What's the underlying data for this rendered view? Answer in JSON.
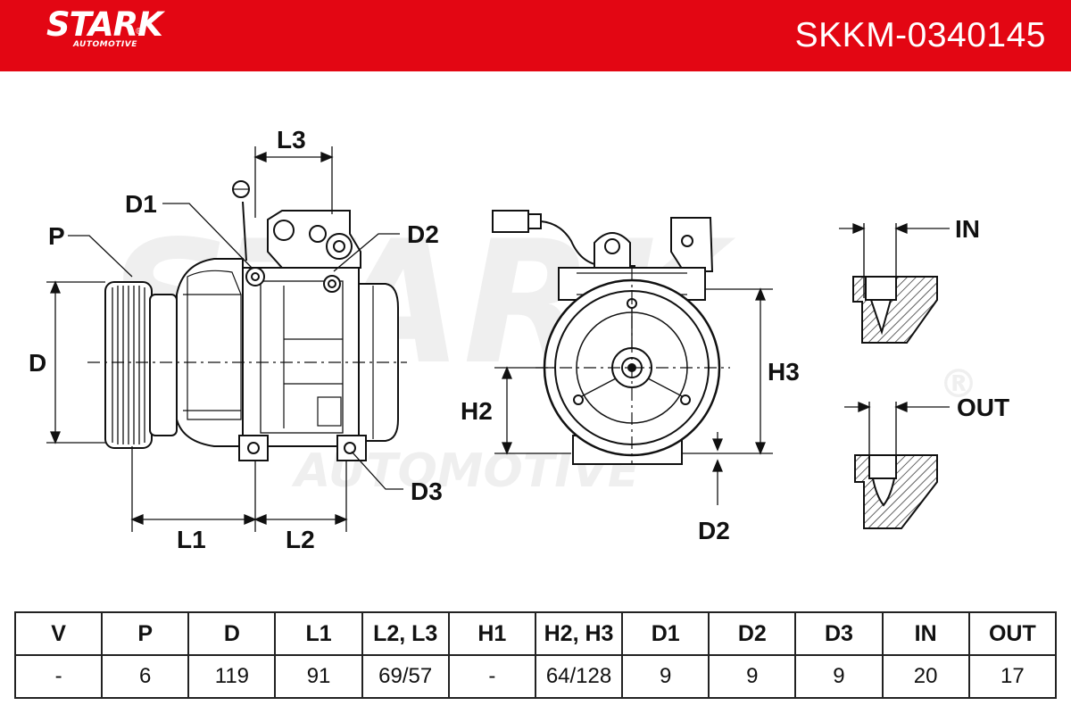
{
  "header": {
    "brand": "STARK",
    "brand_sub": "AUTOMOTIVE",
    "brand_mark": "®",
    "part_number": "SKKM-0340145",
    "color": "#e30613"
  },
  "watermark": {
    "brand": "STARK",
    "brand_sub": "AUTOMOTIVE",
    "brand_mark": "®"
  },
  "drawing_labels": {
    "p": "P",
    "d": "D",
    "d1": "D1",
    "d2_top": "D2",
    "d3": "D3",
    "l1": "L1",
    "l2": "L2",
    "l3": "L3",
    "h2": "H2",
    "h3": "H3",
    "d2_bottom": "D2",
    "in": "IN",
    "out": "OUT"
  },
  "spec_table": {
    "headers": [
      "V",
      "P",
      "D",
      "L1",
      "L2, L3",
      "H1",
      "H2, H3",
      "D1",
      "D2",
      "D3",
      "IN",
      "OUT"
    ],
    "values": [
      "-",
      "6",
      "119",
      "91",
      "69/57",
      "-",
      "64/128",
      "9",
      "9",
      "9",
      "20",
      "17"
    ]
  }
}
